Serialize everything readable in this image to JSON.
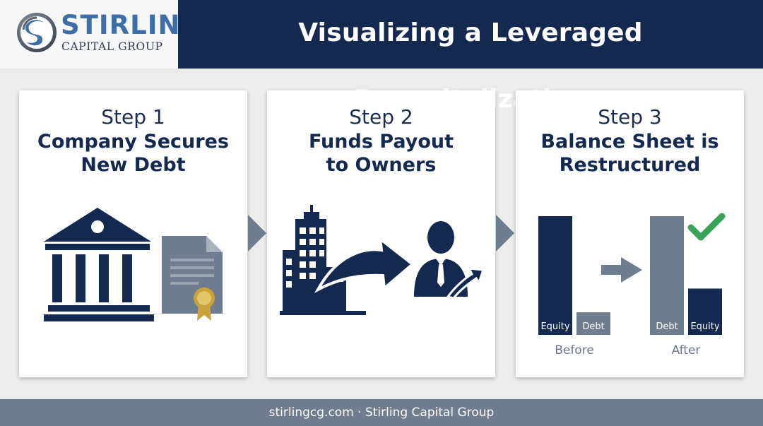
{
  "brand": {
    "name": "STIRLING",
    "subtitle": "CAPITAL GROUP"
  },
  "header": {
    "title": "Visualizing a Leveraged Recapitalization"
  },
  "steps": [
    {
      "number": "Step 1",
      "title_line1": "Company Secures",
      "title_line2": "New Debt"
    },
    {
      "number": "Step 2",
      "title_line1": "Funds Payout",
      "title_line2": "to Owners"
    },
    {
      "number": "Step 3",
      "title_line1": "Balance Sheet is",
      "title_line2": "Restructured"
    }
  ],
  "balance_chart": {
    "before_label": "Before",
    "after_label": "After",
    "before_bars": [
      {
        "name": "Equity",
        "value": 100
      },
      {
        "name": "Debt",
        "value": 19
      }
    ],
    "after_bars": [
      {
        "name": "Debt",
        "value": 100
      },
      {
        "name": "Equity",
        "value": 39
      }
    ]
  },
  "colors": {
    "navy": "#13294f",
    "slate": "#6e7d90",
    "check": "#3aa35b",
    "gold": "#c9a23c"
  },
  "icons": [
    "bank-icon",
    "certificate-icon",
    "buildings-icon",
    "arrow-icon",
    "person-icon",
    "checkmark-icon",
    "chevron-right-icon"
  ],
  "footer": {
    "text": "stirlingcg.com · Stirling Capital Group"
  }
}
